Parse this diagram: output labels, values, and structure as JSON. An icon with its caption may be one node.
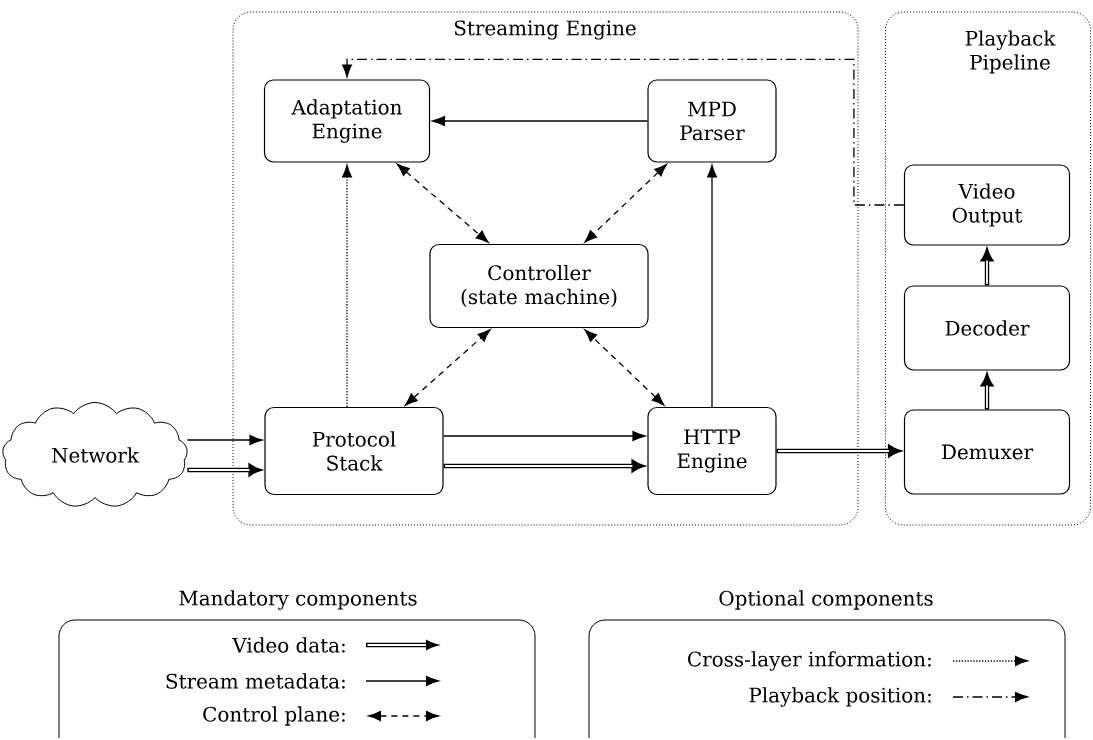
{
  "diagram": {
    "nodes": [
      {
        "text": [
          "Streaming Engine"
        ]
      },
      {
        "text": [
          "Playback Pipeline"
        ]
      },
      {
        "text": [
          "Adaptation Engine"
        ],
        "in": 0
      },
      {
        "text": [
          "MPD Parser"
        ],
        "in": 0
      },
      {
        "text": [
          "Controller (state machine)"
        ],
        "in": 0
      },
      {
        "text": [
          "Protocol Stack"
        ],
        "in": 0
      },
      {
        "text": [
          "HTTP Engine"
        ],
        "in": 0
      },
      {
        "text": [
          "Video Output"
        ],
        "in": 1
      },
      {
        "text": [
          "Decoder"
        ],
        "in": 1
      },
      {
        "text": [
          "Demuxer"
        ],
        "in": 1
      },
      {
        "text": [
          "Network"
        ]
      }
    ],
    "edges": [
      {
        "from": 3,
        "to": 2,
        "arrow": "to"
      },
      {
        "from": 2,
        "to": 4,
        "arrow": "both",
        "style": "dashed"
      },
      {
        "from": 3,
        "to": 4,
        "arrow": "both",
        "style": "dashed"
      },
      {
        "from": 5,
        "to": 4,
        "arrow": "both",
        "style": "dashed"
      },
      {
        "from": 6,
        "to": 4,
        "arrow": "both",
        "style": "dashed"
      },
      {
        "from": 5,
        "to": 2,
        "arrow": "to",
        "style": "dashed"
      },
      {
        "from": 6,
        "to": 3,
        "arrow": "to"
      },
      {
        "from": 10,
        "to": 5,
        "arrow": "to"
      },
      {
        "from": 10,
        "to": 5,
        "arrow": "to",
        "style": "thick"
      },
      {
        "from": 5,
        "to": 6,
        "arrow": "to"
      },
      {
        "from": 5,
        "to": 6,
        "arrow": "to",
        "style": "thick"
      },
      {
        "from": 6,
        "to": 9,
        "arrow": "to",
        "style": "thick"
      },
      {
        "from": 9,
        "to": 8,
        "arrow": "to",
        "style": "thick"
      },
      {
        "from": 8,
        "to": 7,
        "arrow": "to",
        "style": "thick"
      },
      {
        "from": 7,
        "to": 2,
        "arrow": "to",
        "style": "dashed"
      }
    ],
    "labels": [
      "Mandatory components",
      "Optional components"
    ],
    "legend": [
      {
        "text": "Video data:"
      },
      {
        "text": "Stream metadata:"
      },
      {
        "text": "Control plane:"
      },
      {
        "text": "Cross-layer information:"
      },
      {
        "text": "Playback position:"
      }
    ]
  }
}
